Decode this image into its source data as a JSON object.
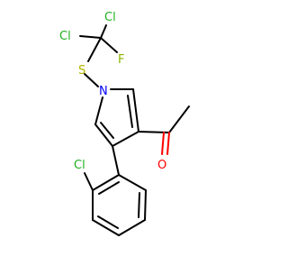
{
  "molecule": {
    "atom_labels": {
      "cl_top": "Cl",
      "cl_left": "Cl",
      "f": "F",
      "s": "S",
      "n": "N",
      "o": "O",
      "cl_aryl": "Cl"
    },
    "colors": {
      "carbon_bond": "#000000",
      "chlorine": "#1fb01f",
      "fluorine": "#8cb400",
      "sulfur": "#b4b400",
      "nitrogen": "#0000ff",
      "oxygen": "#ff0000"
    }
  }
}
